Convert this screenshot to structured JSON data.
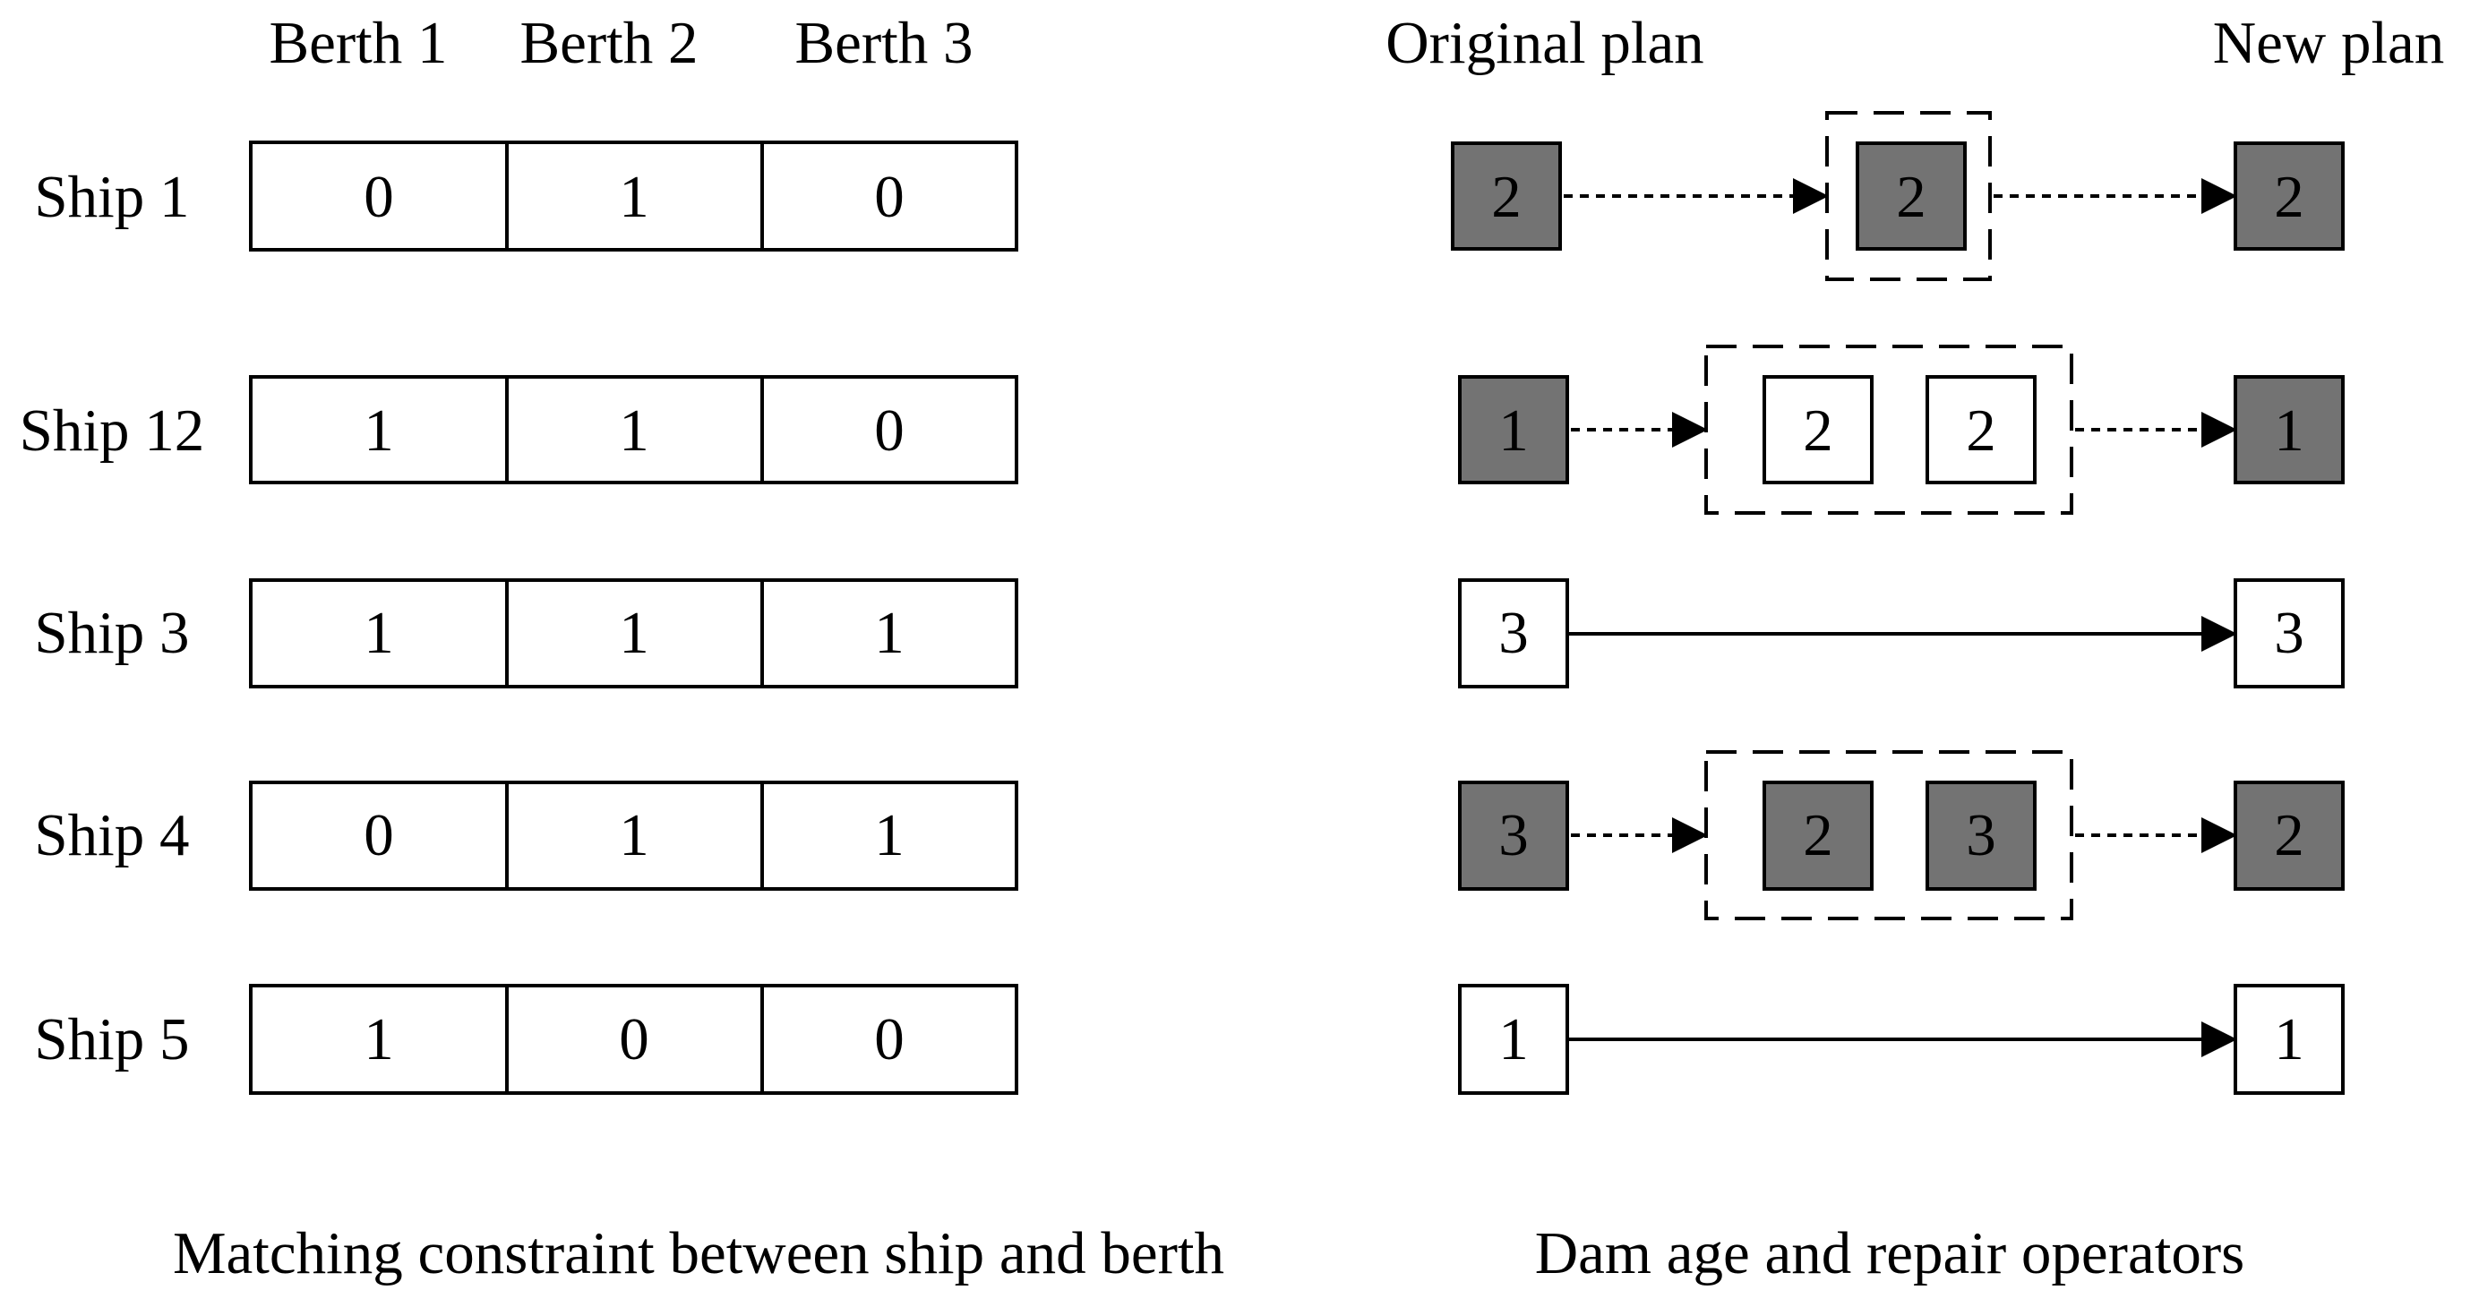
{
  "left_panel": {
    "berth_headers": [
      "Berth 1",
      "Berth 2",
      "Berth 3"
    ],
    "rows": [
      {
        "ship": "Ship 1",
        "values": [
          "0",
          "1",
          "0"
        ]
      },
      {
        "ship": "Ship 12",
        "values": [
          "1",
          "1",
          "0"
        ]
      },
      {
        "ship": "Ship 3",
        "values": [
          "1",
          "1",
          "1"
        ]
      },
      {
        "ship": "Ship 4",
        "values": [
          "0",
          "1",
          "1"
        ]
      },
      {
        "ship": "Ship 5",
        "values": [
          "1",
          "0",
          "0"
        ]
      }
    ],
    "caption": "Matching constraint between ship and berth"
  },
  "right_panel": {
    "original_label": "Original plan",
    "new_label": "New plan",
    "caption": "Dam age and repair operators",
    "rows": [
      {
        "original": {
          "value": "2",
          "shaded": true
        },
        "middle": [
          {
            "value": "2",
            "shaded": true
          }
        ],
        "new": {
          "value": "2",
          "shaded": true
        },
        "changed": true
      },
      {
        "original": {
          "value": "1",
          "shaded": true
        },
        "middle": [
          {
            "value": "2",
            "shaded": false
          },
          {
            "value": "2",
            "shaded": false
          }
        ],
        "new": {
          "value": "1",
          "shaded": true
        },
        "changed": true
      },
      {
        "original": {
          "value": "3",
          "shaded": false
        },
        "middle": [],
        "new": {
          "value": "3",
          "shaded": false
        },
        "changed": false
      },
      {
        "original": {
          "value": "3",
          "shaded": true
        },
        "middle": [
          {
            "value": "2",
            "shaded": true
          },
          {
            "value": "3",
            "shaded": true
          }
        ],
        "new": {
          "value": "2",
          "shaded": true
        },
        "changed": true
      },
      {
        "original": {
          "value": "1",
          "shaded": false
        },
        "middle": [],
        "new": {
          "value": "1",
          "shaded": false
        },
        "changed": false
      }
    ]
  },
  "colors": {
    "shaded_fill": "#737373",
    "plain_fill": "#ffffff",
    "stroke": "#000000"
  }
}
